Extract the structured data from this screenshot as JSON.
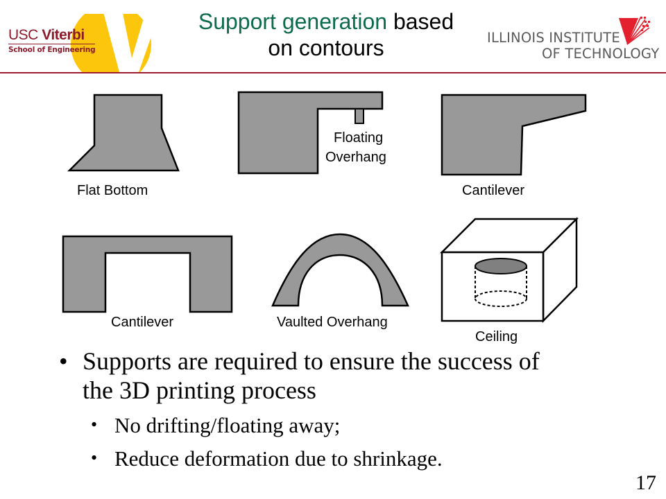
{
  "header": {
    "title_green": "Support generation",
    "title_black_1": " based",
    "title_line2": "on contours",
    "left_logo": {
      "name": "USC Viterbi",
      "name_light": "USC ",
      "name_bold": "Viterbi",
      "school": "School of Engineering"
    },
    "right_logo": {
      "line1": "ILLINOIS INSTITUTE",
      "line2": "OF TECHNOLOGY"
    }
  },
  "colors": {
    "title_green": "#0c6b4a",
    "usc_red": "#8b1a2a",
    "usc_gold": "#fcc60c",
    "iit_red": "#e4202e",
    "rule": "#9b1c2e",
    "shape_fill": "#999999"
  },
  "diagram": {
    "labels": {
      "flat_bottom": "Flat Bottom",
      "floating_overhang_1": "Floating",
      "floating_overhang_2": "Overhang",
      "cantilever_top": "Cantilever",
      "cantilever_bottom": "Cantilever",
      "vaulted_overhang": "Vaulted Overhang",
      "ceiling": "Ceiling"
    }
  },
  "bullets": [
    {
      "text": "Supports are required to ensure the success of the 3D printing process",
      "line1": "Supports are required to ensure the success of",
      "line2": "the 3D printing process",
      "children": [
        "No drifting/floating away;",
        "Reduce deformation due to shrinkage."
      ]
    }
  ],
  "bullet_glyph": "•",
  "page_number": "17"
}
